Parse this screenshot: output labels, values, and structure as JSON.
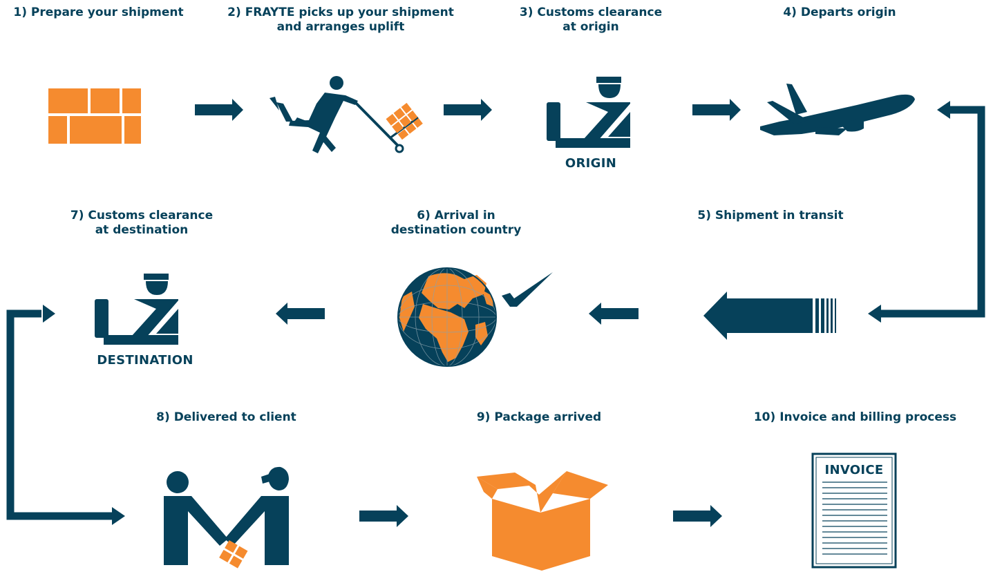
{
  "colors": {
    "navy": "#06415a",
    "orange": "#f58b2f"
  },
  "steps": [
    {
      "label": "1) Prepare your shipment",
      "icon": "boxes-icon"
    },
    {
      "label": "2) FRAYTE picks up your shipment\nand arranges uplift",
      "icon": "porter-trolley-icon"
    },
    {
      "label": "3) Customs clearance\nat origin",
      "icon": "customs-officer-icon",
      "tag": "ORIGIN"
    },
    {
      "label": "4) Departs origin",
      "icon": "airplane-icon"
    },
    {
      "label": "5) Shipment in transit",
      "icon": "transit-arrow-icon"
    },
    {
      "label": "6) Arrival in\ndestination country",
      "icon": "globe-check-icon"
    },
    {
      "label": "7) Customs clearance\nat destination",
      "icon": "customs-officer-icon",
      "tag": "DESTINATION"
    },
    {
      "label": "8) Delivered to client",
      "icon": "handover-icon"
    },
    {
      "label": "9) Package arrived",
      "icon": "open-box-icon"
    },
    {
      "label": "10) Invoice and billing process",
      "icon": "invoice-icon",
      "doc_title": "INVOICE"
    }
  ]
}
